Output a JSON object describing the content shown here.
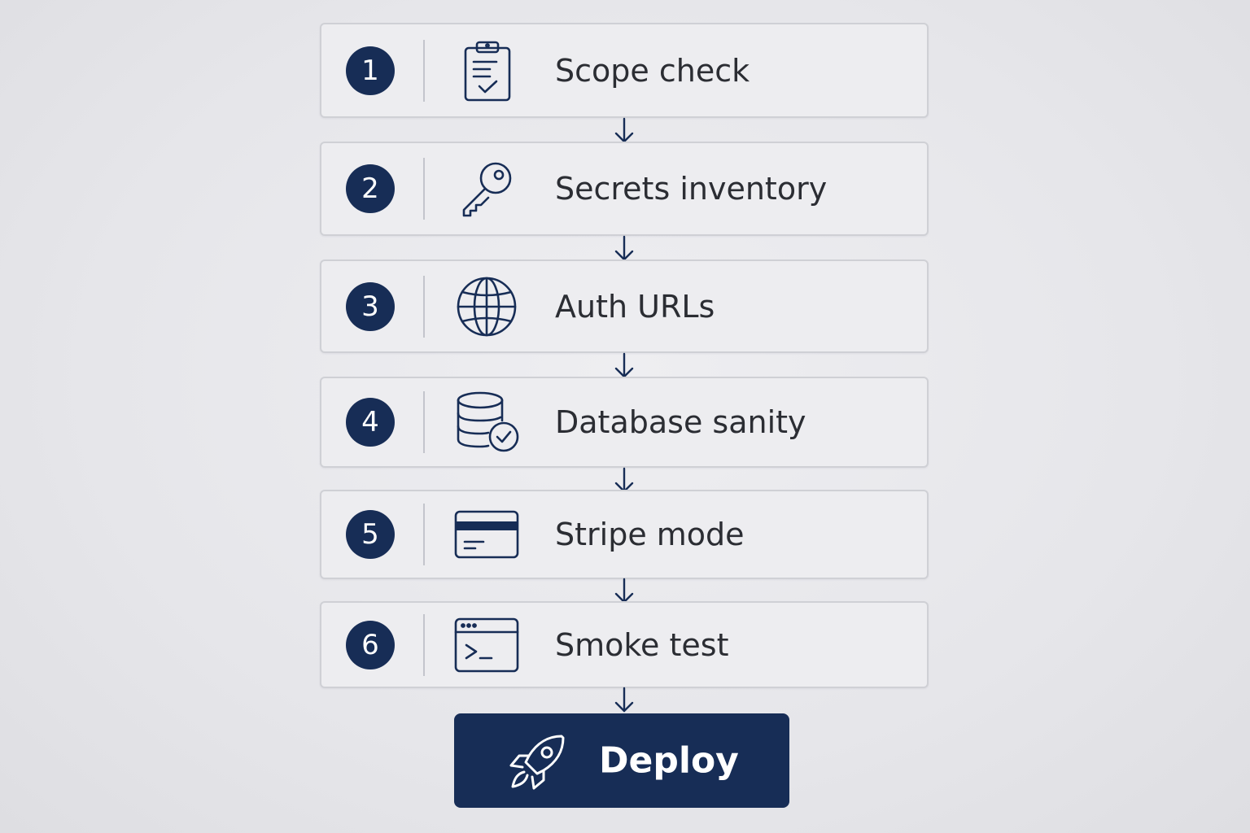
{
  "steps": [
    {
      "number": "1",
      "label": "Scope check",
      "icon": "clipboard-check-icon"
    },
    {
      "number": "2",
      "label": "Secrets inventory",
      "icon": "key-icon"
    },
    {
      "number": "3",
      "label": "Auth URLs",
      "icon": "globe-icon"
    },
    {
      "number": "4",
      "label": "Database sanity",
      "icon": "database-check-icon"
    },
    {
      "number": "5",
      "label": "Stripe mode",
      "icon": "credit-card-icon"
    },
    {
      "number": "6",
      "label": "Smoke test",
      "icon": "terminal-icon"
    }
  ],
  "final": {
    "label": "Deploy",
    "icon": "rocket-icon"
  },
  "colors": {
    "accent": "#172d56",
    "card_background": "#ededf0",
    "card_border": "#cfd0d5",
    "text": "#2b2d33",
    "page_background": "#e6e6ea"
  }
}
